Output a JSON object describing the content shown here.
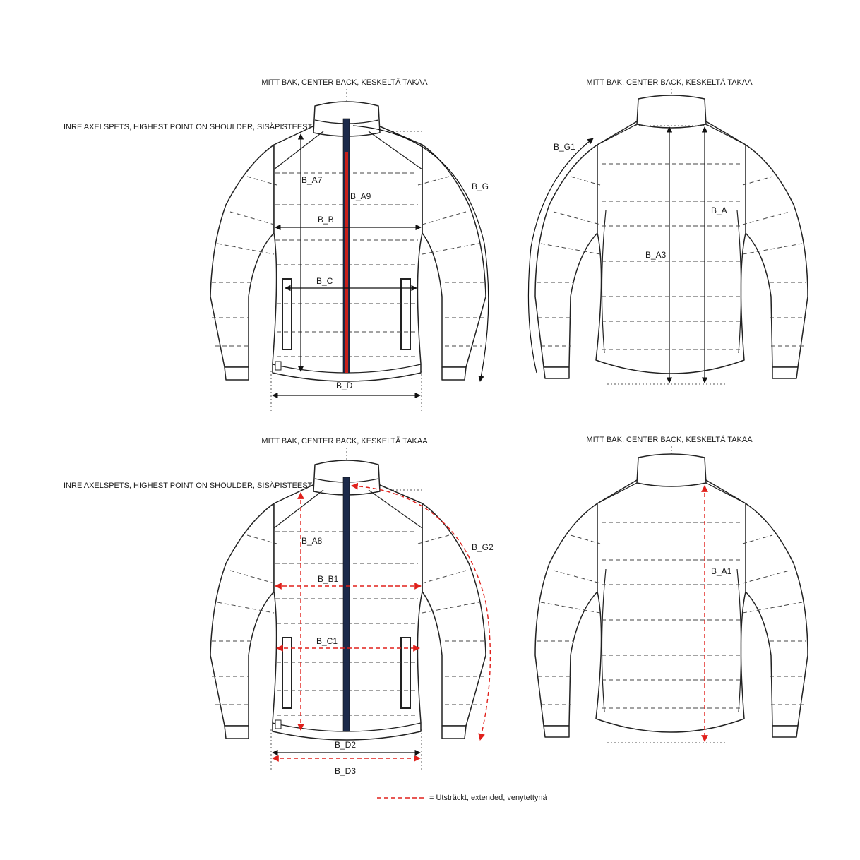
{
  "labels": {
    "center_back": "MITT BAK, CENTER BACK, KESKELTÄ TAKAA",
    "shoulder_point": "INRE AXELSPETS, HIGHEST POINT ON SHOULDER, SISÄPISTEESTÄ",
    "legend": "= Utsträckt, extended, venytettynä"
  },
  "measurements": {
    "front_top": [
      "B_A7",
      "B_A9",
      "B_G",
      "B_B",
      "B_C",
      "B_D"
    ],
    "back_top": [
      "B_G1",
      "B_A",
      "B_A3"
    ],
    "front_bottom": [
      "B_A8",
      "B_G2",
      "B_B1",
      "B_C1",
      "B_D2",
      "B_D3"
    ],
    "back_bottom": [
      "B_A1"
    ]
  },
  "colors": {
    "line": "#222222",
    "extended": "#e0201b",
    "zip_red": "#c8201a",
    "zip_navy": "#1c2a4a"
  }
}
